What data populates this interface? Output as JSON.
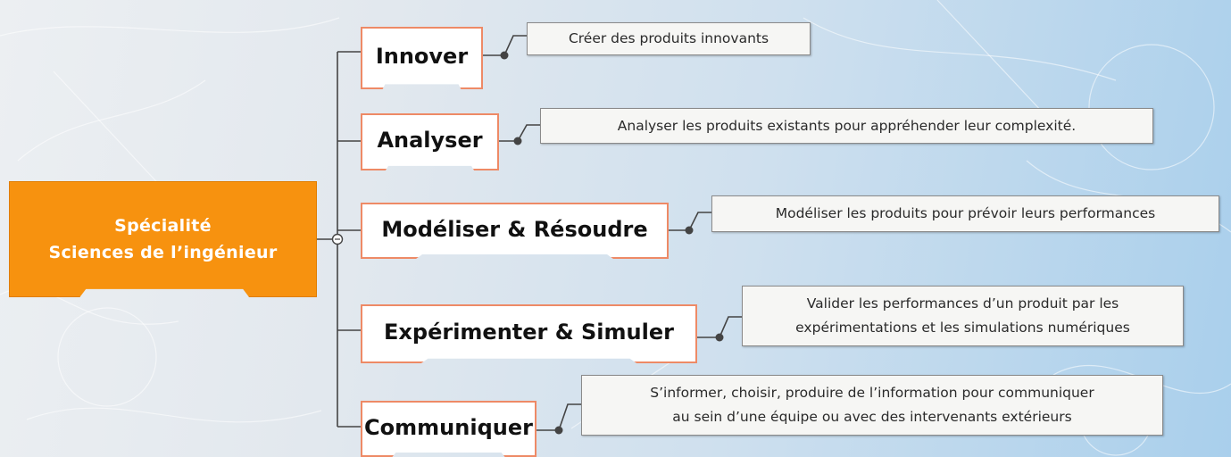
{
  "root": {
    "line1": "Spécialité",
    "line2": "Sciences de l’ingénieur"
  },
  "branches": [
    {
      "label": "Innover",
      "desc": [
        "Créer des produits innovants"
      ]
    },
    {
      "label": "Analyser",
      "desc": [
        "Analyser les produits existants pour appréhender leur complexité."
      ]
    },
    {
      "label": "Modéliser & Résoudre",
      "desc": [
        "Modéliser les produits pour prévoir leurs performances"
      ]
    },
    {
      "label": "Expérimenter & Simuler",
      "desc": [
        "Valider les performances d’un produit par les",
        "expérimentations et les simulations numériques"
      ]
    },
    {
      "label": "Communiquer",
      "desc": [
        "S’informer, choisir, produire de l’information pour communiquer",
        "au sein d’une équipe ou avec des intervenants extérieurs"
      ]
    }
  ],
  "colors": {
    "root_fill": "#f7920f",
    "node_border": "#ee8a66",
    "connector": "#444444"
  }
}
